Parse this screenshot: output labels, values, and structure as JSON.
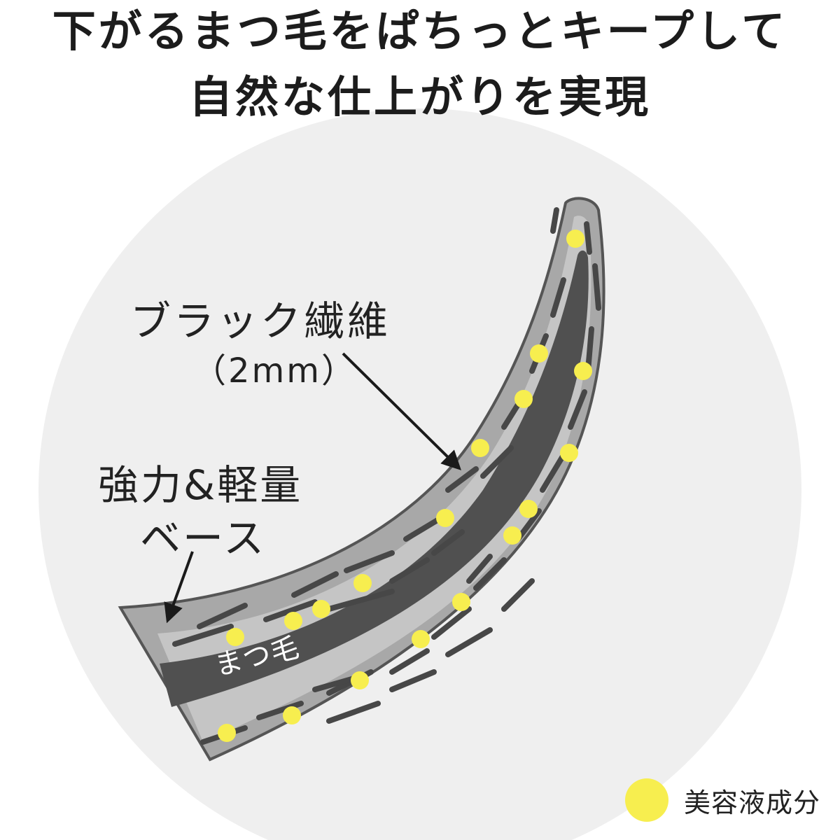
{
  "title": {
    "line1": "下がるまつ毛をぱちっとキープして",
    "line2": "自然な仕上がりを実現"
  },
  "labels": {
    "fiber": "ブラック繊維",
    "fiber_size": "（2mm）",
    "base_line1": "強力&軽量",
    "base_line2": "ベース",
    "lash": "まつ毛"
  },
  "legend": {
    "dot_label": "美容液成分"
  },
  "colors": {
    "circle_bg": "#efefef",
    "outer_gray": "#a8a8a8",
    "outline": "#555555",
    "inner_light": "#c8c8c8",
    "lash_dark": "#505050",
    "fiber_dash": "#4a4a4a",
    "serum_dot": "#f7ee4f",
    "arrow": "#1a1a1a"
  }
}
